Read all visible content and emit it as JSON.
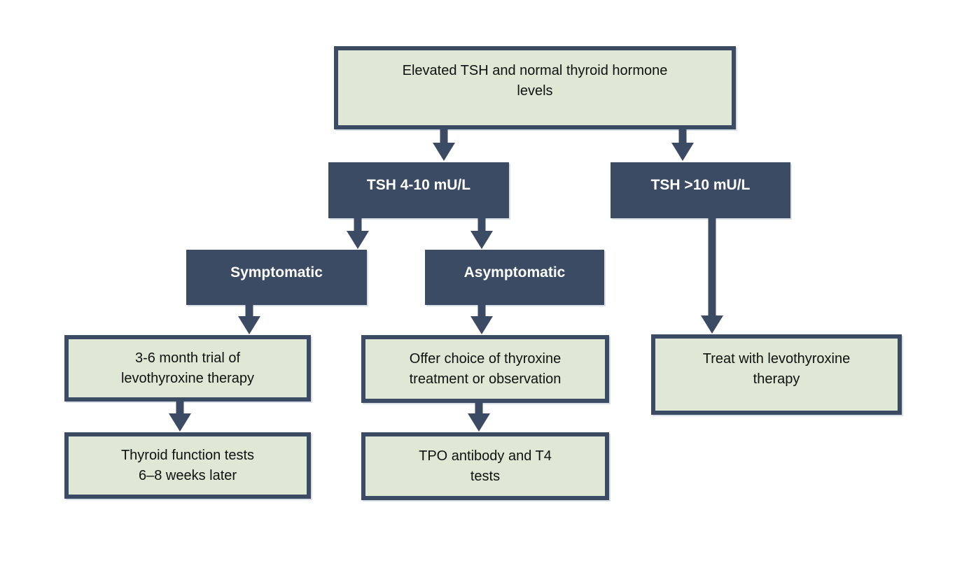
{
  "flowchart": {
    "description": "Management algorithm for elevated TSH with normal thyroid hormone levels",
    "colors": {
      "node_dark_fill": "#3c4b64",
      "node_light_fill": "#dee8d5",
      "node_border": "#3c4b64",
      "arrow": "#3c4b64",
      "text_dark": "#111111",
      "text_light": "#ffffff",
      "background": "#ffffff"
    },
    "nodes": {
      "root": {
        "label": "Elevated TSH and normal thyroid hormone\nlevels",
        "style": "light"
      },
      "tsh_4_10": {
        "label": "TSH 4-10 mU/L",
        "style": "dark"
      },
      "tsh_gt_10": {
        "label": "TSH >10 mU/L",
        "style": "dark"
      },
      "symptomatic": {
        "label": "Symptomatic",
        "style": "dark"
      },
      "asymptomatic": {
        "label": "Asymptomatic",
        "style": "dark"
      },
      "trial": {
        "label": "3-6 month trial of\nlevothyroxine therapy",
        "style": "light"
      },
      "offer": {
        "label": "Offer choice of thyroxine\ntreatment or observation",
        "style": "light"
      },
      "treat": {
        "label": "Treat with levothyroxine\ntherapy",
        "style": "light"
      },
      "tft": {
        "label": "Thyroid function tests\n6–8 weeks later",
        "style": "light"
      },
      "tpo": {
        "label": "TPO antibody and T4\ntests",
        "style": "light"
      }
    },
    "edges": [
      {
        "from": "root",
        "to": "tsh_4_10"
      },
      {
        "from": "root",
        "to": "tsh_gt_10"
      },
      {
        "from": "tsh_4_10",
        "to": "symptomatic"
      },
      {
        "from": "tsh_4_10",
        "to": "asymptomatic"
      },
      {
        "from": "symptomatic",
        "to": "trial"
      },
      {
        "from": "asymptomatic",
        "to": "offer"
      },
      {
        "from": "tsh_gt_10",
        "to": "treat"
      },
      {
        "from": "trial",
        "to": "tft"
      },
      {
        "from": "offer",
        "to": "tpo"
      }
    ]
  }
}
